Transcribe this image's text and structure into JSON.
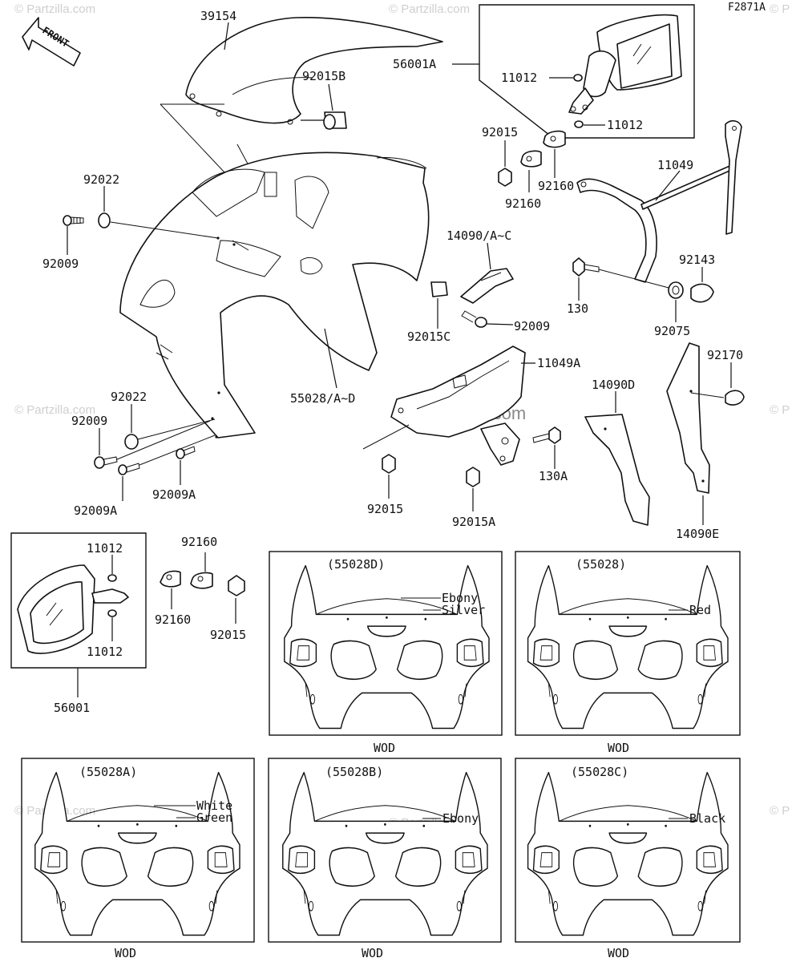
{
  "diagram": {
    "code": "F2871A",
    "front_label": "FRONT",
    "watermarks": [
      "© Partzilla.com",
      "© Partzilla.com",
      "© Partzilla.com",
      "© Partzilla.com",
      "© Partzilla.com",
      "© P",
      "© P",
      "© P"
    ],
    "center_watermark": "© Partzilla.com"
  },
  "parts": {
    "p39154": "39154",
    "p92015B": "92015B",
    "p56001A": "56001A",
    "p11012_a": "11012",
    "p11012_b": "11012",
    "p92022_a": "92022",
    "p92009_a": "92009",
    "p92015_a": "92015",
    "p92160_a": "92160",
    "p92160_b": "92160",
    "p11049": "11049",
    "p14090AC": "14090/A~C",
    "p92143": "92143",
    "p130": "130",
    "p92015C": "92015C",
    "p92009_b": "92009",
    "p92075": "92075",
    "p11049A": "11049A",
    "p92170": "92170",
    "p55028AD": "55028/A~D",
    "p92022_b": "92022",
    "p92009_c": "92009",
    "p14090D": "14090D",
    "p92009A_a": "92009A",
    "p92009A_b": "92009A",
    "p130A": "130A",
    "p92015_b": "92015",
    "p92015A": "92015A",
    "p14090E": "14090E",
    "p11012_c": "11012",
    "p92160_c": "92160",
    "p92160_d": "92160",
    "p92015_c": "92015",
    "p11012_d": "11012",
    "p56001": "56001"
  },
  "variants": [
    {
      "code": "(55028D)",
      "colors": [
        "Ebony",
        "Silver"
      ],
      "footer": "WOD"
    },
    {
      "code": "(55028)",
      "colors": [
        "Red"
      ],
      "footer": "WOD"
    },
    {
      "code": "(55028A)",
      "colors": [
        "White",
        "Green"
      ],
      "footer": "WOD"
    },
    {
      "code": "(55028B)",
      "colors": [
        "Ebony"
      ],
      "footer": "WOD"
    },
    {
      "code": "(55028C)",
      "colors": [
        "Black"
      ],
      "footer": "WOD"
    }
  ]
}
